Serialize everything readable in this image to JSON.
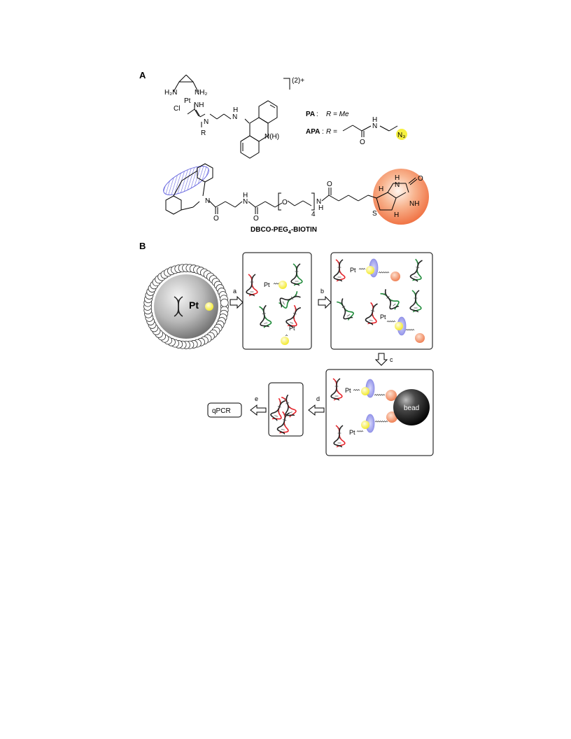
{
  "panel_a": {
    "label": "A",
    "charge": "(2)+",
    "atoms": {
      "h2n": "H₂N",
      "nh2": "NH₂",
      "pt": "Pt",
      "cl": "Cl",
      "nh_imine": "NH",
      "n_amidine": "N",
      "r_sub": "R",
      "h_amine": "H",
      "n_amine": "N",
      "n_acridine": "N(H)"
    },
    "pa_name": "PA",
    "pa_def": "R = Me",
    "apa_name": "APA",
    "apa_def": "R =",
    "apa_o": "O",
    "apa_n": "N",
    "apa_h": "H",
    "apa_n3": "N₃",
    "dbco": {
      "n1": "N",
      "o1": "O",
      "h_n2": "H",
      "n2": "N",
      "o2": "O",
      "peg_o": "O",
      "peg_sub": "4",
      "n3": "N",
      "h_n3": "H",
      "o3": "O",
      "h_left": "H",
      "h_top": "H",
      "n_top": "N",
      "o_urea": "O",
      "nh_right": "NH",
      "h_bottom": "H",
      "s": "S",
      "name_main": "DBCO-PEG",
      "name_sub": "4",
      "name_tail": "-BIOTIN"
    }
  },
  "panel_b": {
    "label": "B",
    "pt_main": "Pt",
    "pt_label": "Pt",
    "steps": [
      "a",
      "b",
      "c",
      "d",
      "e"
    ],
    "bead": "bead",
    "qpcr": "qPCR"
  },
  "colors": {
    "dna_red": "#e8232a",
    "dna_green": "#1f8b3a",
    "dna_black": "#222222",
    "yellow": "#f5ef2a",
    "orange": "#f08a5d",
    "purple": "#8c8de6",
    "gray": "#9a9a9a"
  }
}
